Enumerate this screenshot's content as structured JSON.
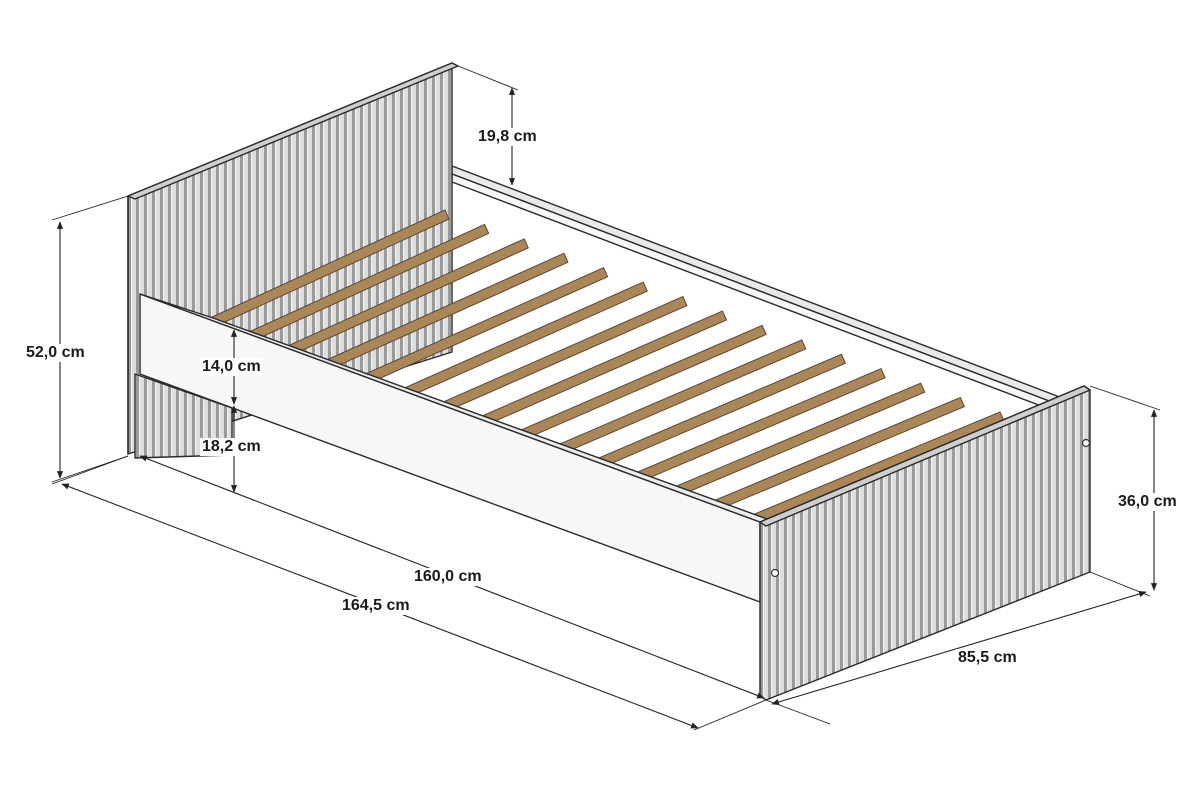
{
  "dimensions": {
    "overall_height": "52,0 cm",
    "headboard_above_frame": "19,8 cm",
    "side_rail_height": "14,0 cm",
    "ground_clearance": "18,2 cm",
    "inner_length": "160,0 cm",
    "overall_length": "164,5 cm",
    "overall_width": "85,5 cm",
    "footboard_height": "36,0 cm"
  },
  "colors": {
    "frame_white": "#f7f7f7",
    "panel_grey": "#d4d4d4",
    "slat_brown": "#a9875a",
    "outline": "#2a2a2a"
  }
}
